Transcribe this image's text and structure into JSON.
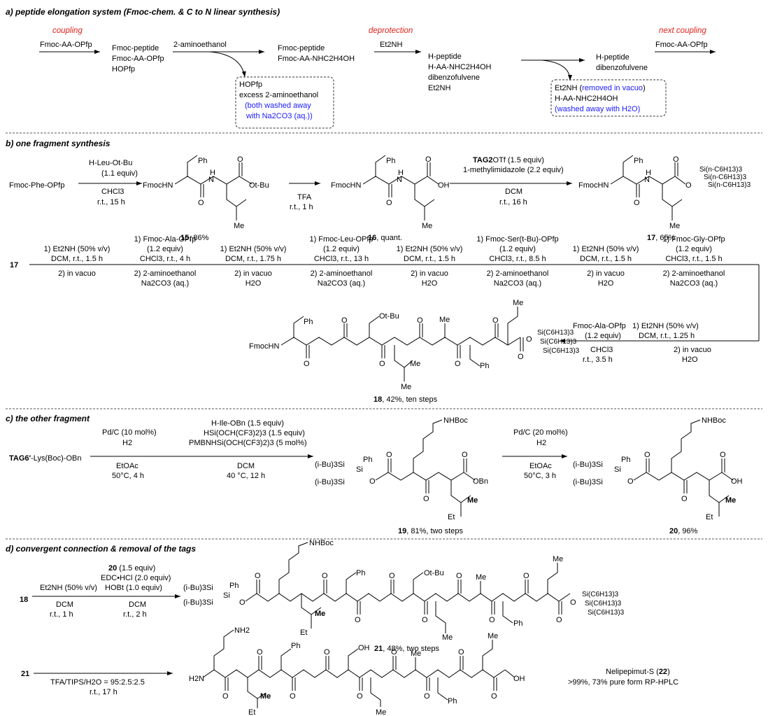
{
  "sections": {
    "a_title": "a) peptide elongation system (Fmoc-chem. & C to N linear synthesis)",
    "b_title": "b) one fragment synthesis",
    "c_title": "c) the other fragment",
    "d_title": "d) convergent connection & removal of the tags"
  },
  "a": {
    "coupling": "coupling",
    "deprotection": "deprotection",
    "next_coupling": "next coupling",
    "reagent1": "Fmoc-AA-OPfp",
    "mix1": [
      "Fmoc-peptide",
      "Fmoc-AA-OPfp",
      "HOPfp"
    ],
    "reagent2": "2-aminoethanol",
    "mix2": [
      "Fmoc-peptide",
      "Fmoc-AA-NHC2H4OH"
    ],
    "box1": [
      "HOPfp",
      "excess 2-aminoethanol"
    ],
    "box1_blue": [
      "(both washed away",
      "with Na2CO3 (aq.))"
    ],
    "reagent3": "Et2NH",
    "mix3": [
      "H-peptide",
      "H-AA-NHC2H4OH",
      "dibenzofulvene",
      "Et2NH"
    ],
    "mix4": [
      "H-peptide",
      "dibenzofulvene"
    ],
    "box2_l1a": "Et2NH (",
    "box2_l1b": "removed in vacuo",
    "box2_l1c": ")",
    "box2_l2": "H-AA-NHC2H4OH",
    "box2_l3a": "(washed away with H2O)",
    "reagent4": "Fmoc-AA-OPfp"
  },
  "b": {
    "sm": "Fmoc-Phe-OPfp",
    "r1": [
      "H-Leu-Ot-Bu",
      "(1.1 equiv)"
    ],
    "r1b": [
      "CHCl3",
      "r.t., 15 h"
    ],
    "c15": "15",
    "c15_yield": ", 86%",
    "r2a": "TFA",
    "r2b": "r.t., 1 h",
    "c16": "16",
    "c16_yield": ", quant.",
    "r3a": "TAG2",
    "r3a2": "OTf (1.5 equiv)",
    "r3b": "1-methylimidazole (2.2 equiv)",
    "r3c": [
      "DCM",
      "r.t., 16 h"
    ],
    "c17": "17",
    "c17_yield": ", 65%",
    "step_label": "17",
    "steps": [
      {
        "top": [
          "1) Et2NH (50% v/v)",
          "DCM, r.t., 1.5 h"
        ],
        "bot": [
          "2) in vacuo"
        ]
      },
      {
        "top": [
          "1) Fmoc-Ala-OPfp",
          "(1.2 equiv)",
          "CHCl3, r.t., 4 h"
        ],
        "bot": [
          "2) 2-aminoethanol",
          "Na2CO3 (aq.)"
        ]
      },
      {
        "top": [
          "1) Et2NH (50% v/v)",
          "DCM, r.t., 1.75 h"
        ],
        "bot": [
          "2) in vacuo",
          "H2O"
        ]
      },
      {
        "top": [
          "1) Fmoc-Leu-OPfp",
          "(1.2 equiv)",
          "CHCl3, r.t., 13 h"
        ],
        "bot": [
          "2) 2-aminoethanol",
          "Na2CO3 (aq.)"
        ]
      },
      {
        "top": [
          "1) Et2NH (50% v/v)",
          "DCM, r.t., 1.5 h"
        ],
        "bot": [
          "2) in vacuo",
          "H2O"
        ]
      },
      {
        "top": [
          "1) Fmoc-Ser(t-Bu)-OPfp",
          "(1.2 equiv)",
          "CHCl3, r.t., 8.5 h"
        ],
        "bot": [
          "2) 2-aminoethanol",
          "Na2CO3 (aq.)"
        ]
      },
      {
        "top": [
          "1) Et2NH (50% v/v)",
          "DCM, r.t., 1.5 h"
        ],
        "bot": [
          "2) in vacuo",
          "H2O"
        ]
      },
      {
        "top": [
          "1) Fmoc-Gly-OPfp",
          "(1.2 equiv)",
          "CHCl3, r.t., 1.5 h"
        ],
        "bot": [
          "2) 2-aminoethanol",
          "Na2CO3 (aq.)"
        ]
      }
    ],
    "back1": [
      "Fmoc-Ala-OPfp",
      "(1.2 equiv)"
    ],
    "back1b": [
      "CHCl3",
      "r.t., 3.5 h"
    ],
    "back2": [
      "1) Et2NH (50% v/v)",
      "DCM, r.t., 1.25 h"
    ],
    "back2b": [
      "2) in vacuo",
      "H2O"
    ],
    "c18": "18",
    "c18_yield": ", 42%, ten steps"
  },
  "c": {
    "sm_tag": "TAG6'",
    "sm_rest": "-Lys(Boc)-OBn",
    "r1": [
      "Pd/C (10 mol%)",
      "H2"
    ],
    "r1b": [
      "EtOAc",
      "50°C, 4 h"
    ],
    "r2": [
      "H-Ile-OBn (1.5 equiv)",
      "HSi(OCH(CF3)2)3 (1.5 equiv)",
      "PMBNHSi(OCH(CF3)2)3 (5 mol%)"
    ],
    "r2b": [
      "DCM",
      "40 °C, 12 h"
    ],
    "c19": "19",
    "c19_yield": ", 81%, two steps",
    "r3": [
      "Pd/C (20 mol%)",
      "H2"
    ],
    "r3b": [
      "EtOAc",
      "50°C, 3 h"
    ],
    "c20": "20",
    "c20_yield": ", 96%"
  },
  "d": {
    "sm": "18",
    "r1": "Et2NH (50% v/v)",
    "r1b": [
      "DCM",
      "r.t., 1 h"
    ],
    "r2a": "20",
    "r2a2": " (1.5 equiv)",
    "r2": [
      "EDC•HCl (2.0 equiv)",
      "HOBt (1.0 equiv)"
    ],
    "r2b": [
      "DCM",
      "r.t., 2 h"
    ],
    "c21": "21",
    "c21_yield": ", 48%, two steps",
    "sm2": "21",
    "r3": "TFA/TIPS/H2O = 95:2.5:2.5",
    "r3b": "r.t., 17 h",
    "product": "Nelipepimut-S (",
    "product_num": "22",
    "product_close": ")",
    "product_purity": ">99%, 73% pure form RP-HPLC"
  },
  "labels": {
    "Ph": "Ph",
    "Me": "Me",
    "Et": "Et",
    "O": "O",
    "OH": "OH",
    "OtBu": "Ot-Bu",
    "FmocHN": "FmocHN",
    "H": "H",
    "N": "N",
    "NHBoc": "NHBoc",
    "NH2": "NH2",
    "H2N": "H2N",
    "OBn": "OBn",
    "tag_si": "Si(n-C6H13)3",
    "tag_si2": "Si(C6H13)3",
    "iBu3Si": "(i-Bu)3Si",
    "Si": "Si"
  },
  "colors": {
    "red": "#e0221b",
    "blue": "#1a1aff"
  }
}
